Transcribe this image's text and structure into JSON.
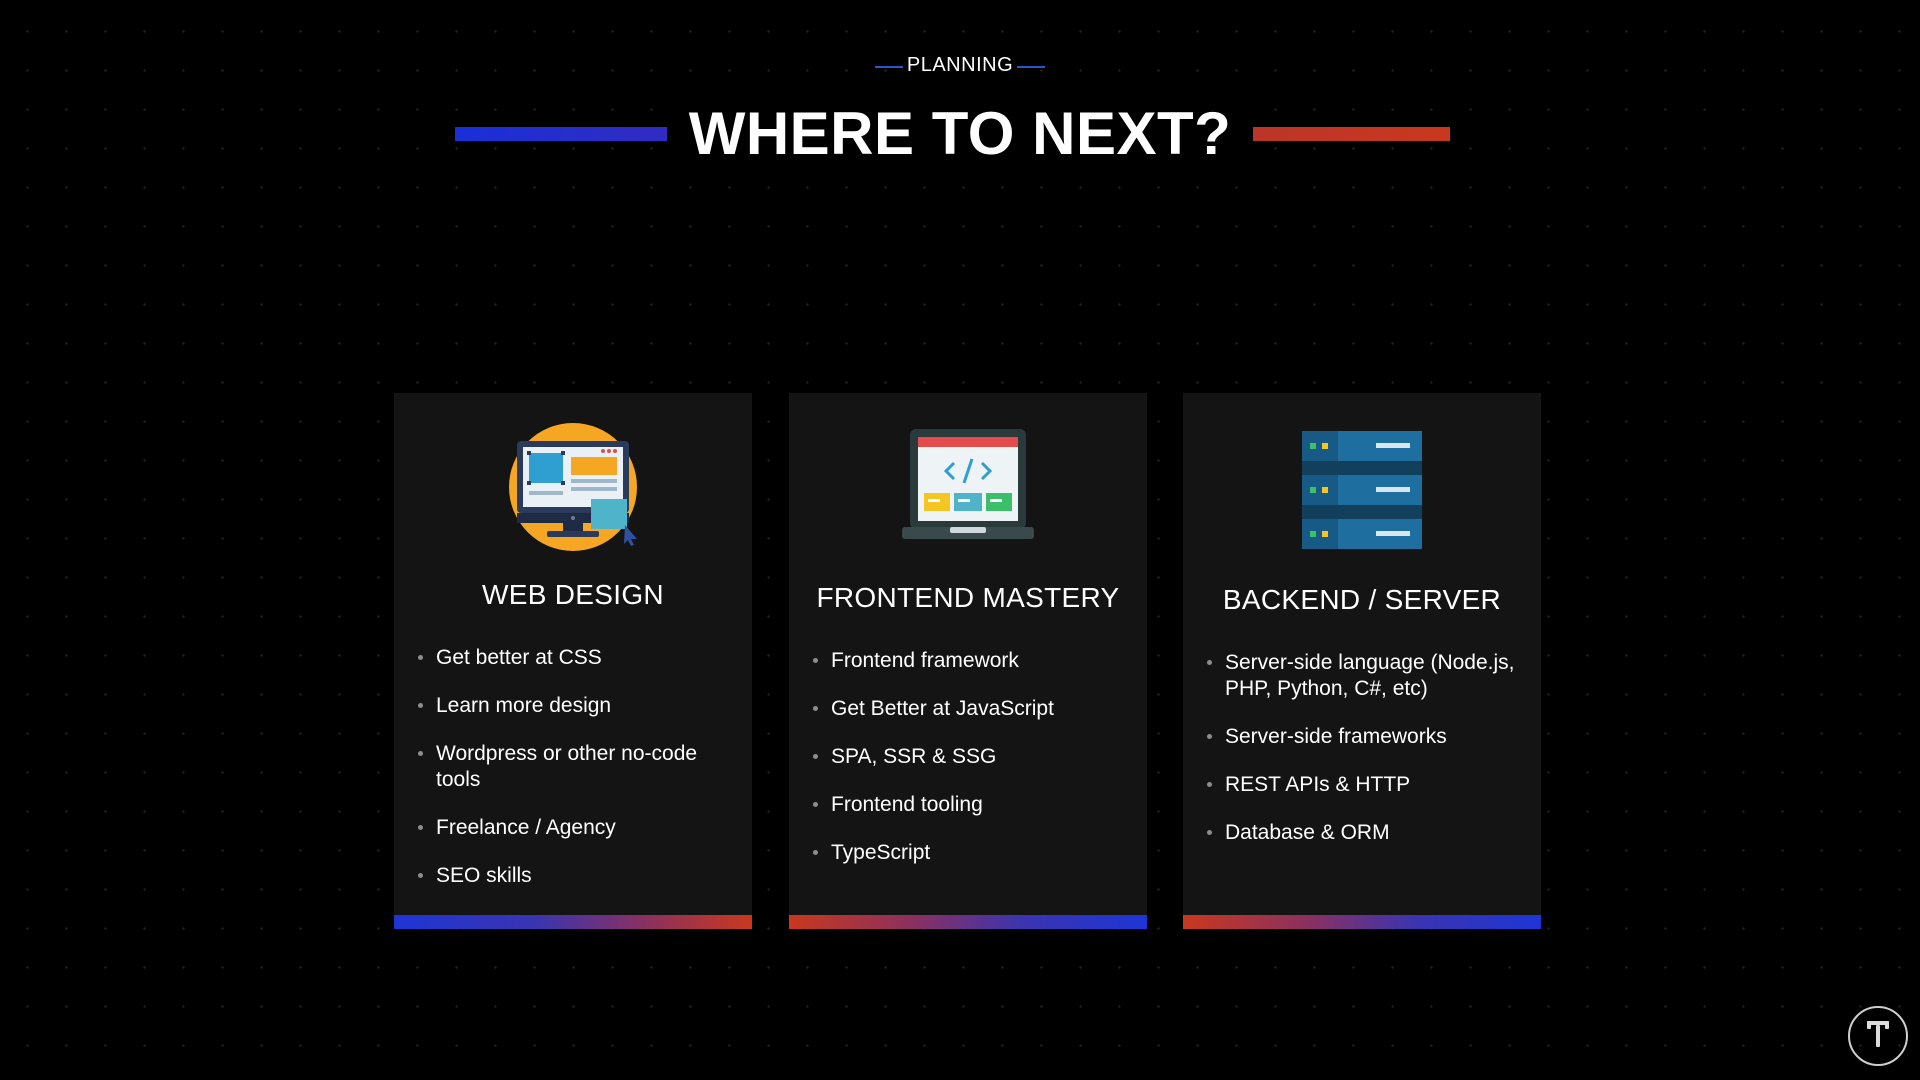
{
  "header": {
    "eyebrow": "PLANNING",
    "title": "WHERE TO NEXT?"
  },
  "colors": {
    "background": "#000000",
    "card": "#141414",
    "blue_accent": "#1e35d6",
    "red_accent": "#c9381e",
    "orange_icon": "#f5a623"
  },
  "cards": [
    {
      "icon": "web-design-monitor-icon",
      "heading": "WEB DESIGN",
      "items": [
        "Get better at CSS",
        "Learn more design",
        "Wordpress or other no-code tools",
        "Freelance / Agency",
        "SEO skills"
      ]
    },
    {
      "icon": "code-laptop-icon",
      "heading": "FRONTEND MASTERY",
      "items": [
        "Frontend framework",
        "Get Better at JavaScript",
        "SPA, SSR & SSG",
        "Frontend tooling",
        "TypeScript"
      ]
    },
    {
      "icon": "server-rack-icon",
      "heading": "BACKEND / SERVER",
      "items": [
        "Server-side language (Node.js, PHP, Python, C#, etc)",
        "Server-side frameworks",
        "REST APIs & HTTP",
        "Database & ORM"
      ]
    }
  ],
  "corner_badge": {
    "icon": "brand-logo-icon"
  }
}
